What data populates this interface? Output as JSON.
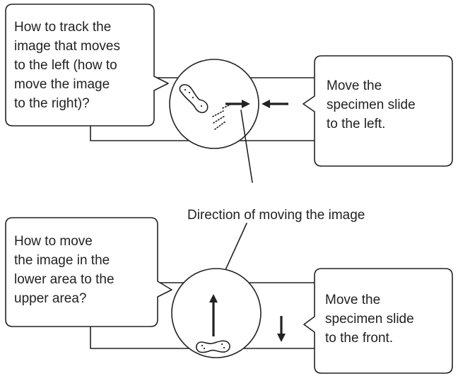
{
  "top": {
    "question_lines": [
      "How to track the",
      "image that moves",
      "to the left (how to",
      "move the image",
      "to the right)?"
    ],
    "answer_lines": [
      "Move the",
      "specimen slide",
      "to the left."
    ]
  },
  "center_label": "Direction of moving the image",
  "bottom": {
    "question_lines": [
      "How to move",
      "the image in the",
      "lower area to the",
      "upper area?"
    ],
    "answer_lines": [
      "Move the",
      "specimen slide",
      "to the front."
    ]
  }
}
